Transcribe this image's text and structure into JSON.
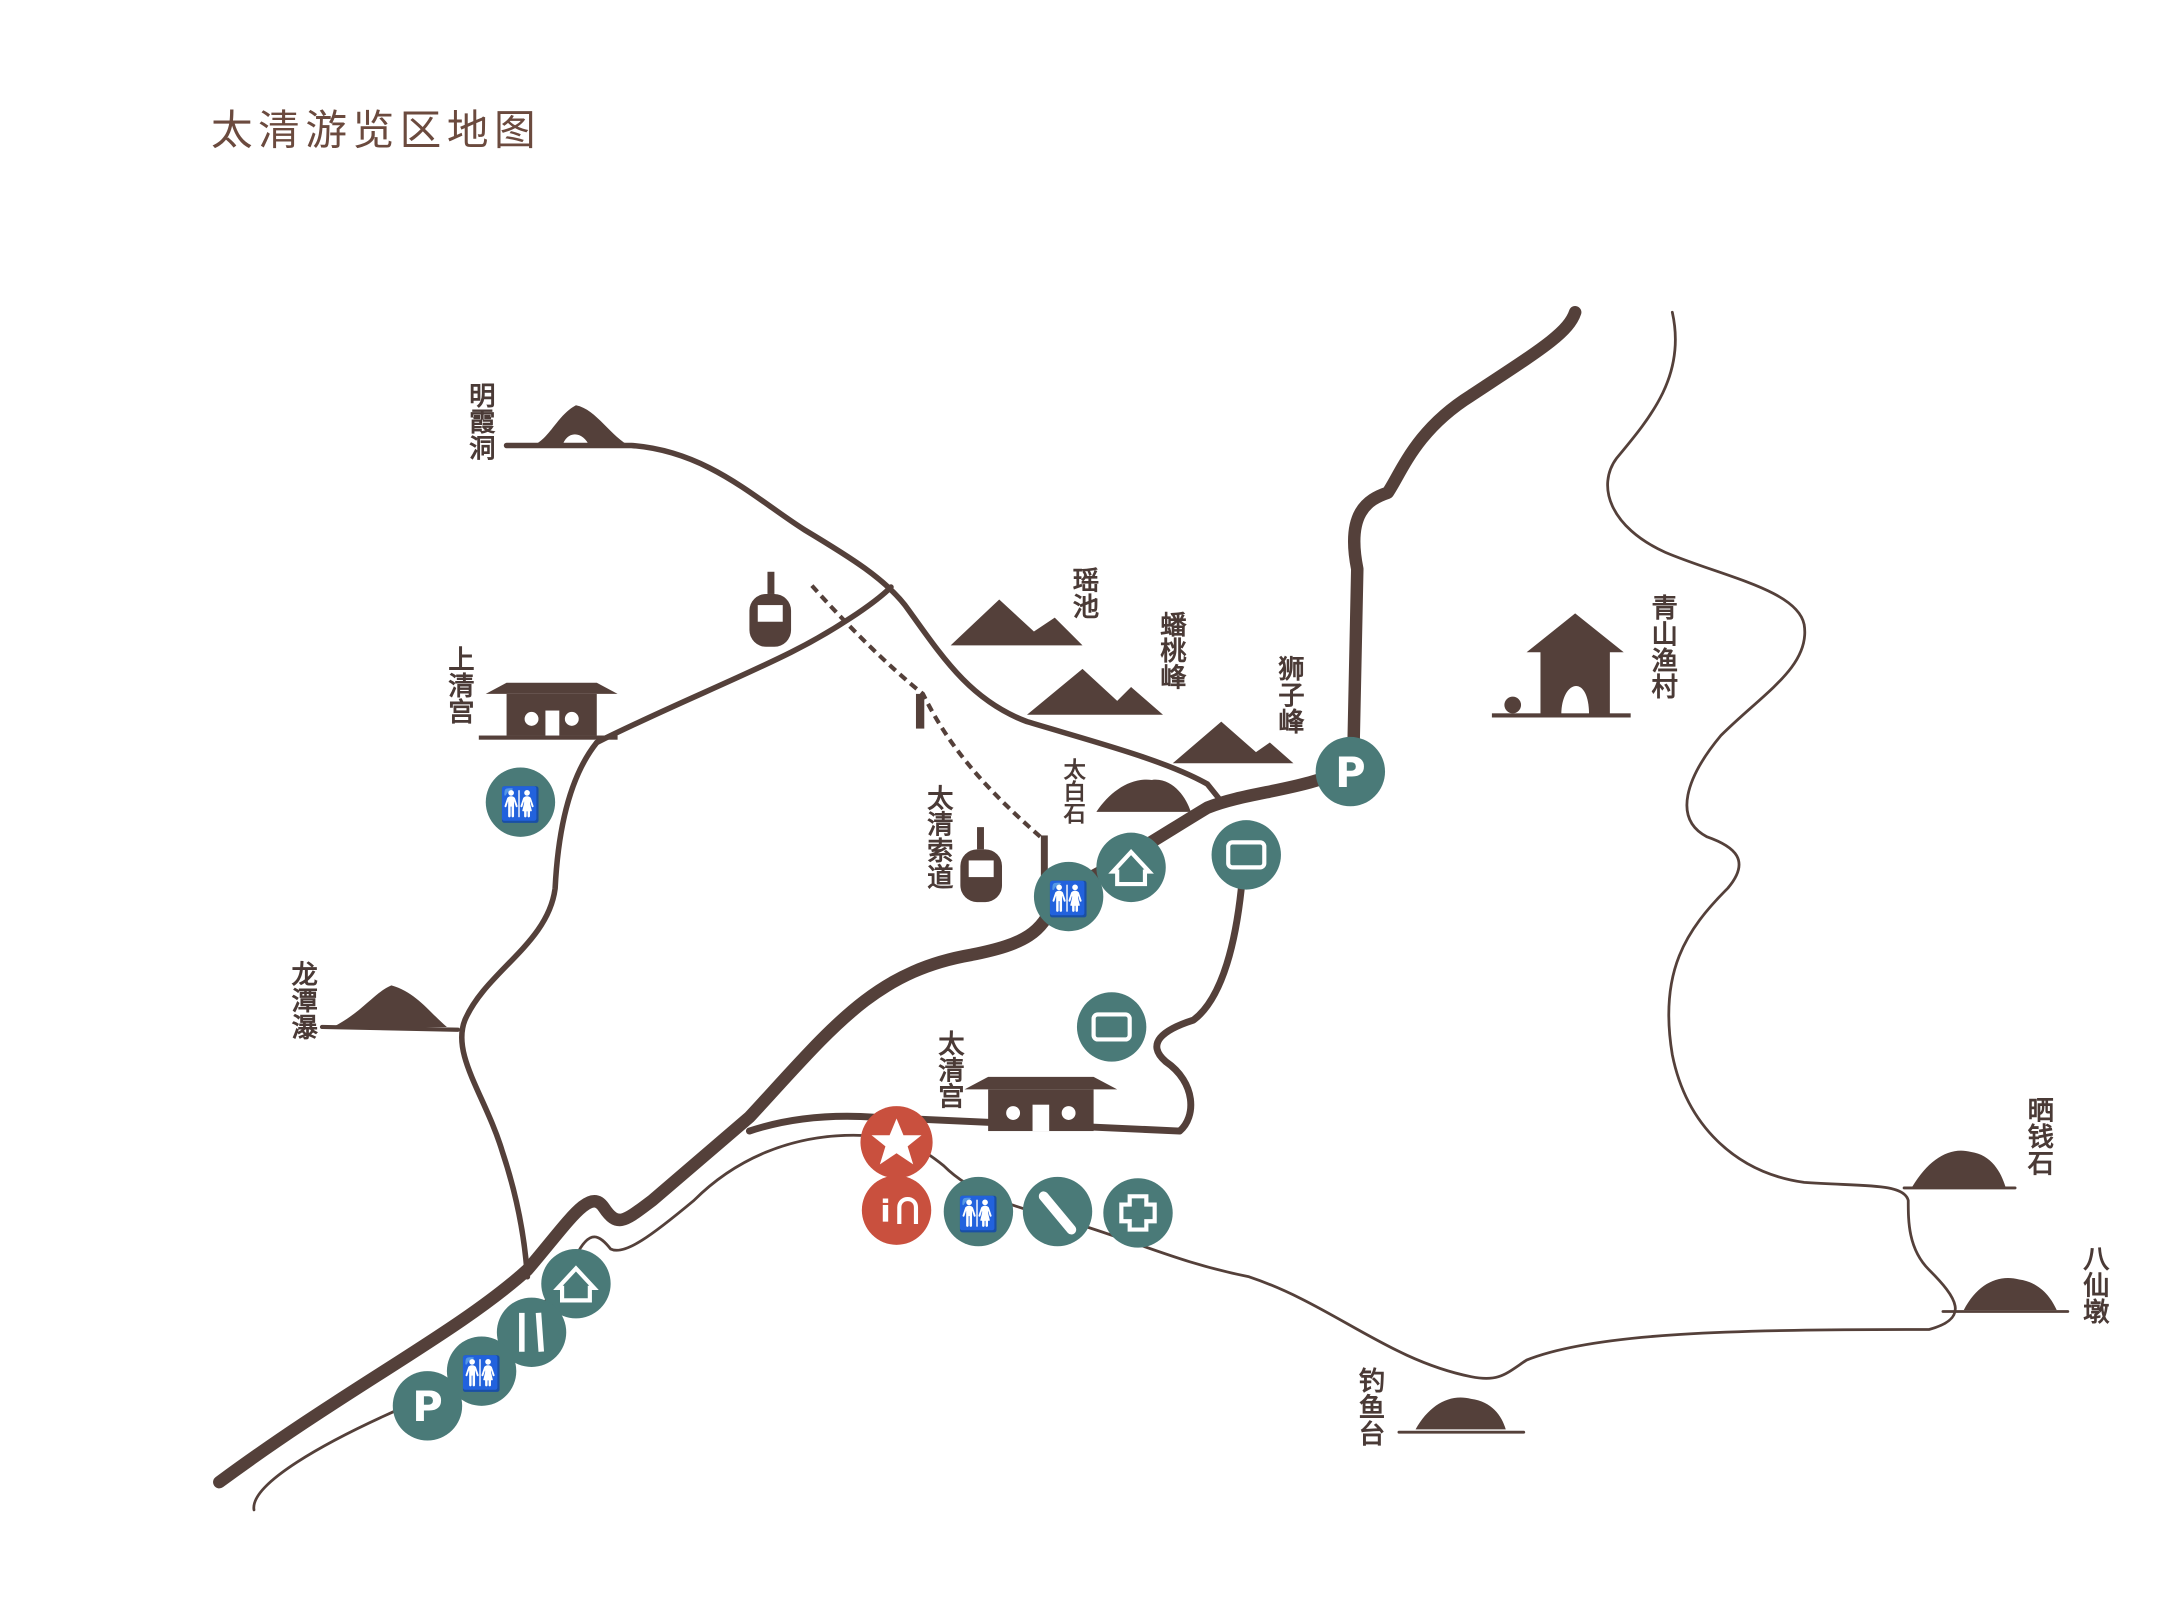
{
  "title": "太清游览区地图",
  "colors": {
    "road": "#54403a",
    "service_icon": "#4a7a78",
    "highlight_icon": "#c9503e",
    "title": "#6b4a3e"
  },
  "places": [
    {
      "id": "mingxiadong",
      "label": "明霞洞",
      "icon": "cave-icon"
    },
    {
      "id": "shangqinggong",
      "label": "上清宫",
      "icon": "temple-icon"
    },
    {
      "id": "yaochi",
      "label": "瑶池",
      "icon": "mountain-icon"
    },
    {
      "id": "pantaofeng",
      "label": "蟠桃峰",
      "icon": "mountain-icon"
    },
    {
      "id": "shizifeng",
      "label": "狮子峰",
      "icon": "mountain-icon"
    },
    {
      "id": "taibaishi",
      "label": "太白石",
      "icon": "rock-icon"
    },
    {
      "id": "suodao",
      "label": "太清索道",
      "icon": "cable-car-icon"
    },
    {
      "id": "longtanpu",
      "label": "龙潭瀑",
      "icon": "waterfall-icon"
    },
    {
      "id": "taiqinggong",
      "label": "太清宫",
      "icon": "temple-icon"
    },
    {
      "id": "qingshanyucun",
      "label": "青山渔村",
      "icon": "village-house-icon"
    },
    {
      "id": "shaiqianshi",
      "label": "晒钱石",
      "icon": "rock-icon"
    },
    {
      "id": "baxiandun",
      "label": "八仙墩",
      "icon": "rock-icon"
    },
    {
      "id": "diaoyutai",
      "label": "钓鱼台",
      "icon": "rock-icon"
    }
  ],
  "icons": {
    "parking": "P",
    "info": "i"
  }
}
